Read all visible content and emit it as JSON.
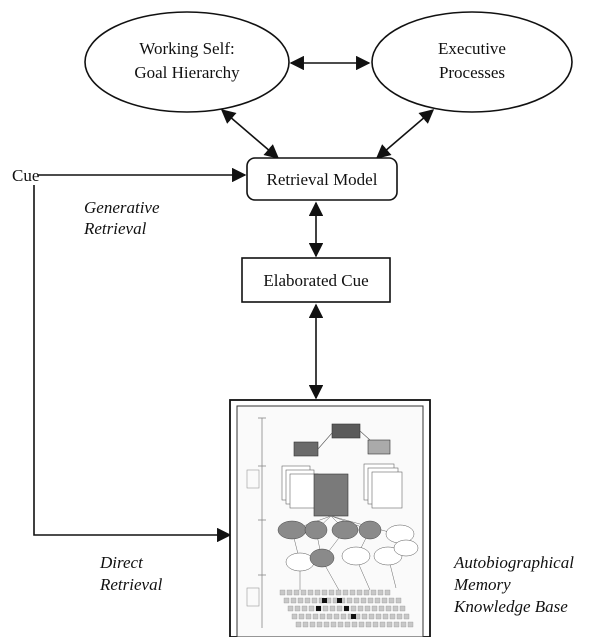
{
  "nodes": {
    "working_self": {
      "line1": "Working Self:",
      "line2": "Goal Hierarchy"
    },
    "executive": {
      "line1": "Executive",
      "line2": "Processes"
    },
    "retrieval_model": {
      "label": "Retrieval Model"
    },
    "elaborated_cue": {
      "label": "Elaborated Cue"
    },
    "cue": {
      "label": "Cue"
    }
  },
  "labels": {
    "generative": {
      "line1": "Generative",
      "line2": "Retrieval"
    },
    "direct": {
      "line1": "Direct",
      "line2": "Retrieval"
    },
    "knowledge_base": {
      "line1": "Autobiographical",
      "line2": "Memory",
      "line3": "Knowledge Base"
    }
  },
  "colors": {
    "stroke": "#111111",
    "inset_dark": "#5a5a5a",
    "inset_mid": "#9a9a9a",
    "inset_light": "#d4d4d4"
  }
}
